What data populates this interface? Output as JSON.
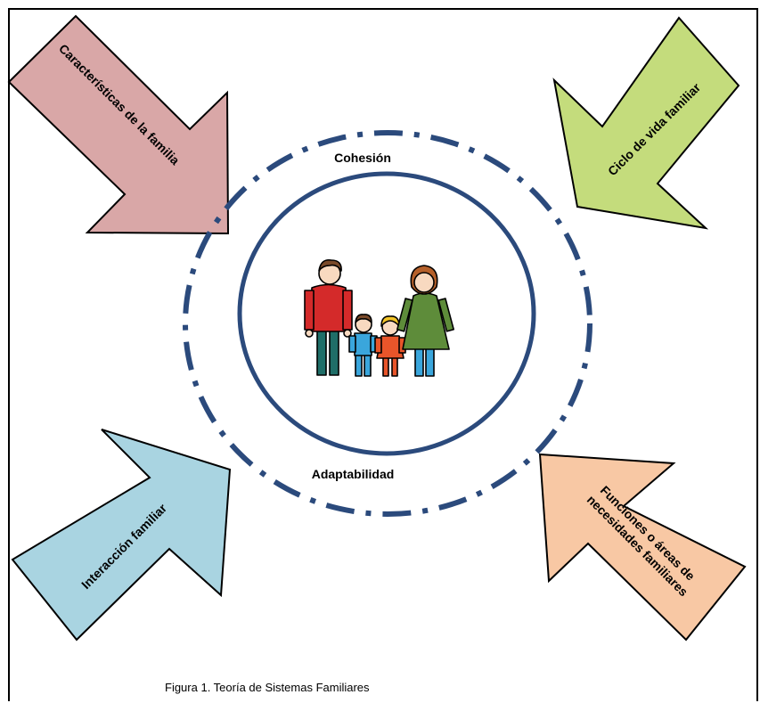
{
  "arrows": {
    "top_left": {
      "label": "Características de la familia",
      "color": "#d9a7a7"
    },
    "top_right": {
      "label": "Ciclo de vida familiar",
      "color": "#c4dc7c"
    },
    "bottom_left": {
      "label": "Interacción familiar",
      "color": "#a9d4e1"
    },
    "bottom_right": {
      "label_line1": "Funciones o áreas de",
      "label_line2": "necesidades familiares",
      "color": "#f8c8a4"
    }
  },
  "rings": {
    "outer_label": "Cohesión",
    "inner_label": "Adaptabilidad",
    "color": "#2b4a7c"
  },
  "center": {
    "image": "family-illustration"
  },
  "caption": "Figura 1. Teoría de Sistemas Familiares"
}
